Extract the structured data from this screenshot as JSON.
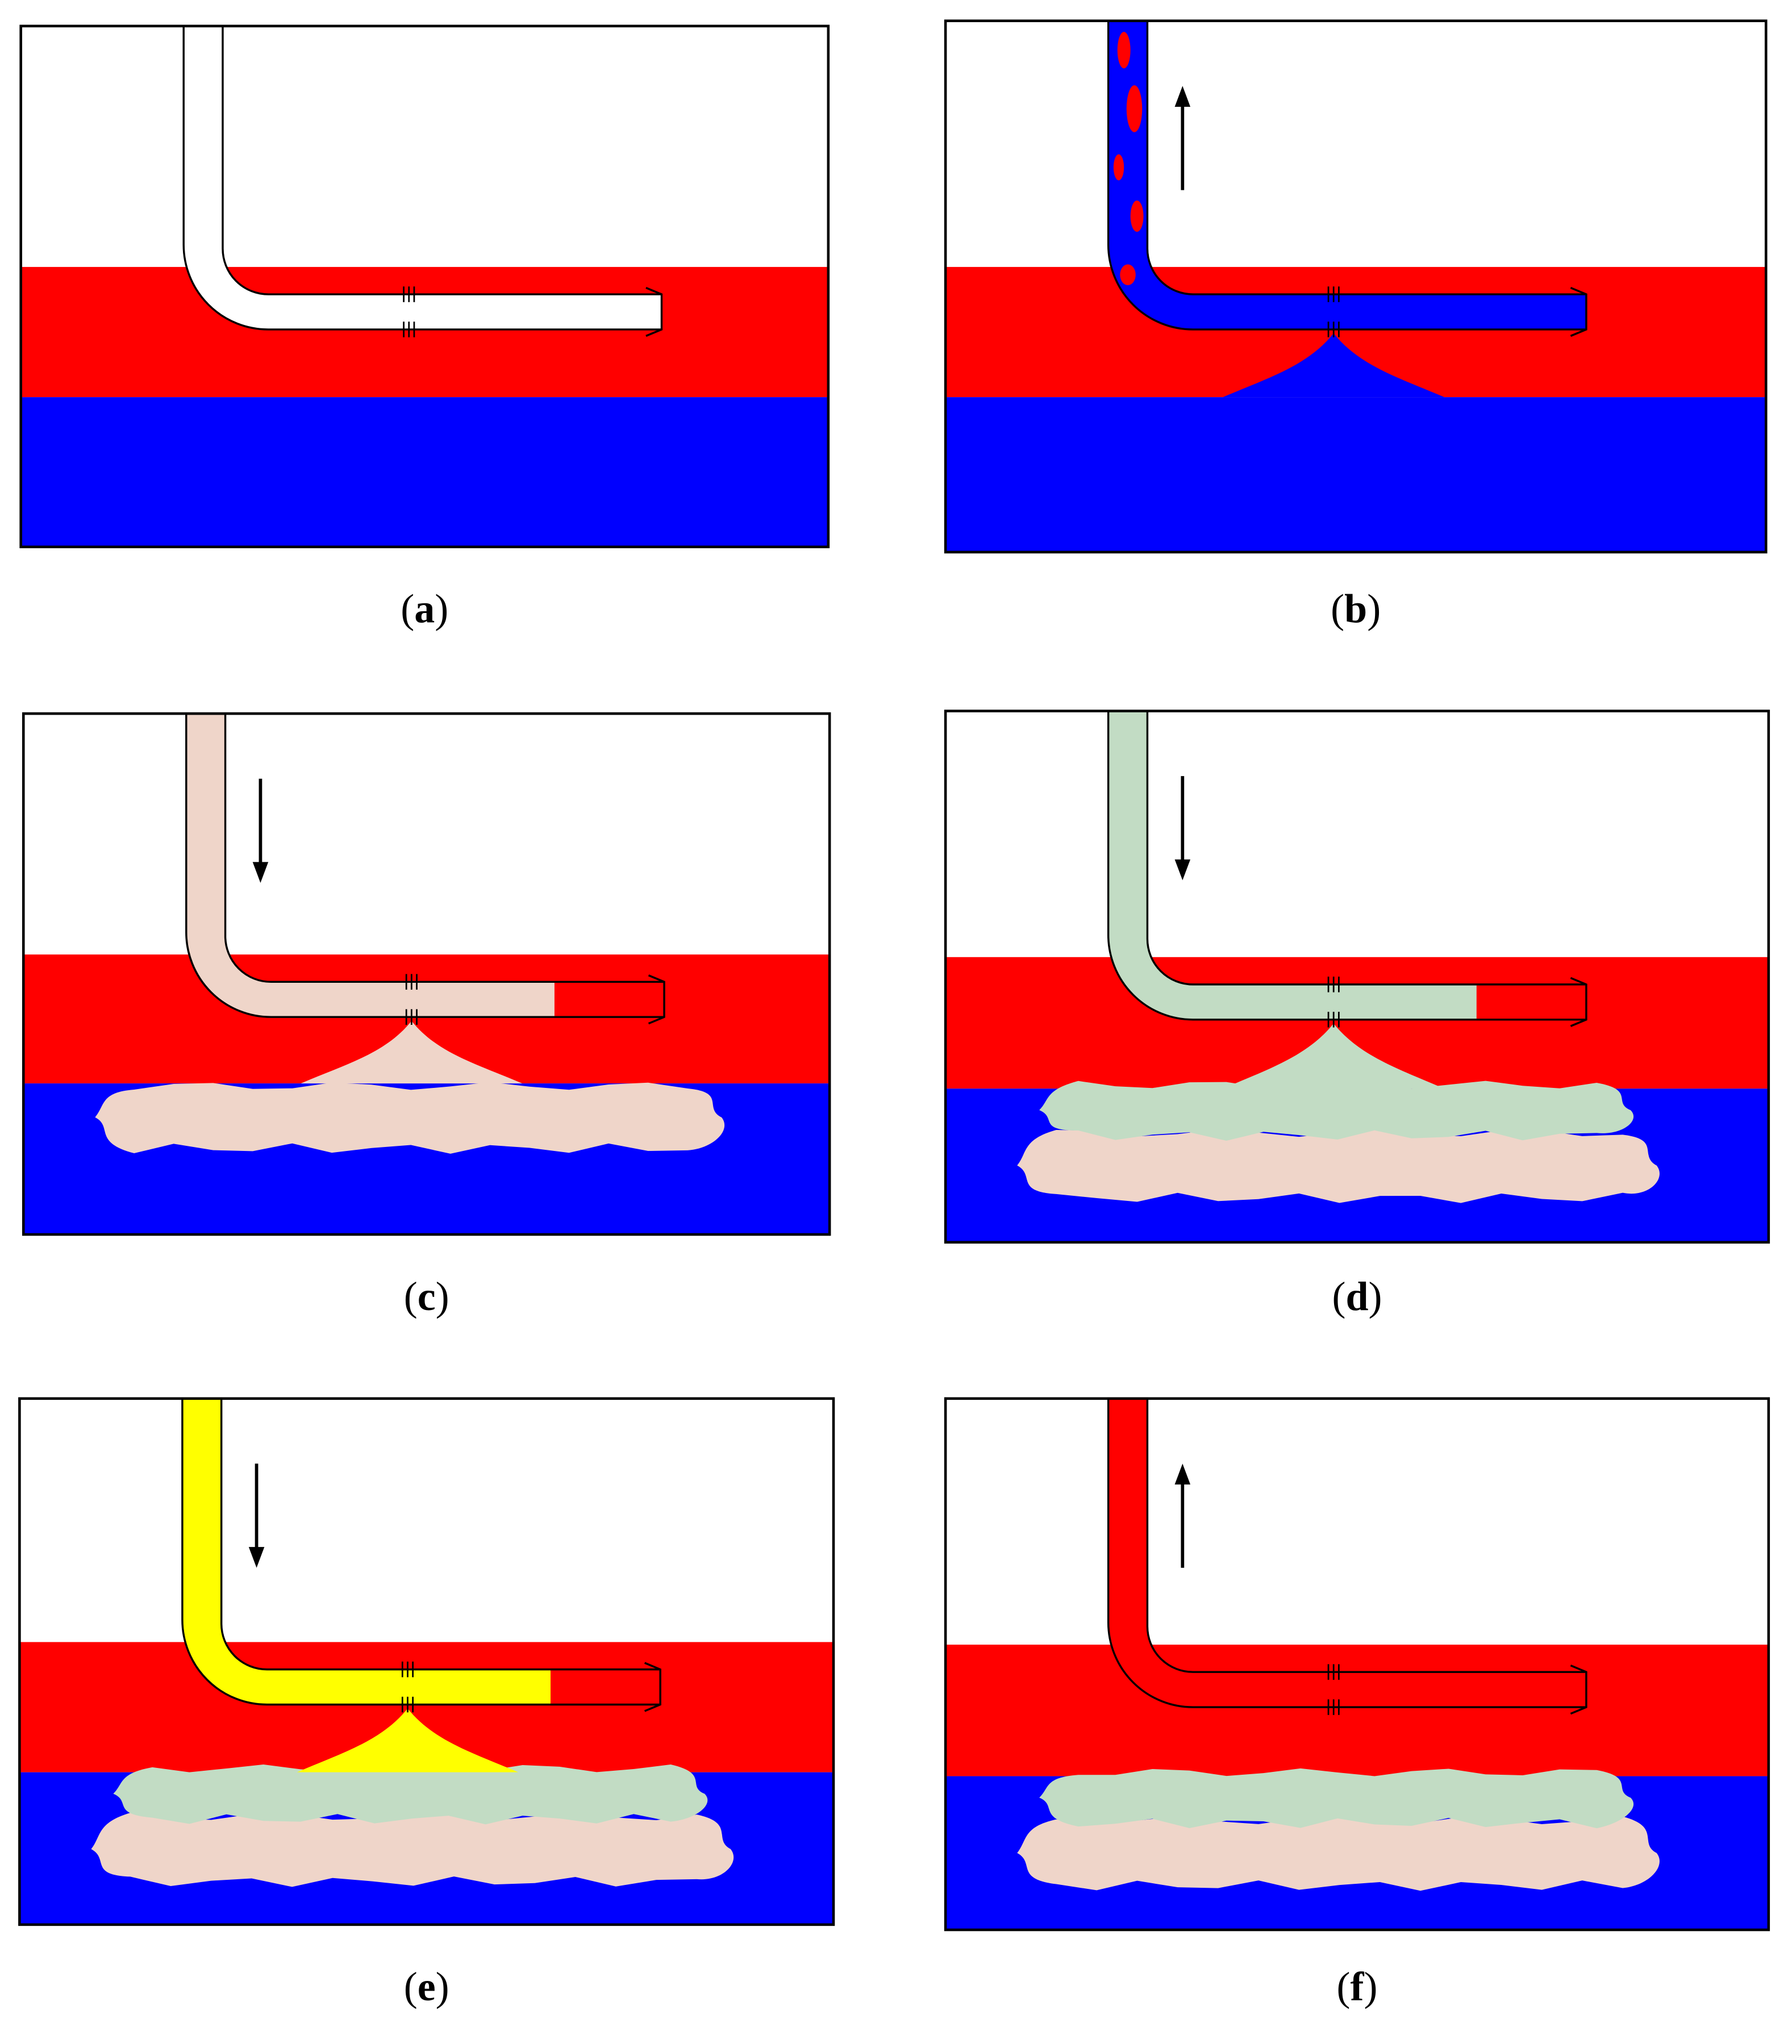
{
  "colors": {
    "formation": "#ff0000",
    "water_zone": "#0000ff",
    "overburden": "#ffffff",
    "gel_stage_c": "#efd5c9",
    "gel_stage_d": "#c2dcc4",
    "gel_stage_e": "#ffff00",
    "oil": "#ff0000",
    "water": "#0000ff",
    "outline": "#000000"
  },
  "panels": [
    {
      "id": "a",
      "label": "a",
      "pipe_fill": "empty",
      "arrow": "none",
      "front_fraction": 0.0,
      "cone": "none",
      "layers": []
    },
    {
      "id": "b",
      "label": "b",
      "pipe_fill": "oil-water",
      "arrow": "up",
      "front_fraction": 0.0,
      "cone": "water",
      "layers": []
    },
    {
      "id": "c",
      "label": "c",
      "pipe_fill": "gel_stage_c",
      "arrow": "down",
      "front_fraction": 0.75,
      "cone": "gel_stage_c",
      "layers": [
        "gel_stage_c"
      ]
    },
    {
      "id": "d",
      "label": "d",
      "pipe_fill": "gel_stage_d",
      "arrow": "down",
      "front_fraction": 0.75,
      "cone": "gel_stage_d",
      "layers": [
        "gel_stage_c",
        "gel_stage_d"
      ]
    },
    {
      "id": "e",
      "label": "e",
      "pipe_fill": "gel_stage_e",
      "arrow": "down",
      "front_fraction": 0.75,
      "cone": "gel_stage_e",
      "layers": [
        "gel_stage_c",
        "gel_stage_d"
      ]
    },
    {
      "id": "f",
      "label": "f",
      "pipe_fill": "oil",
      "arrow": "up",
      "front_fraction": 0.0,
      "cone": "none",
      "layers": [
        "gel_stage_c",
        "gel_stage_d"
      ]
    }
  ]
}
